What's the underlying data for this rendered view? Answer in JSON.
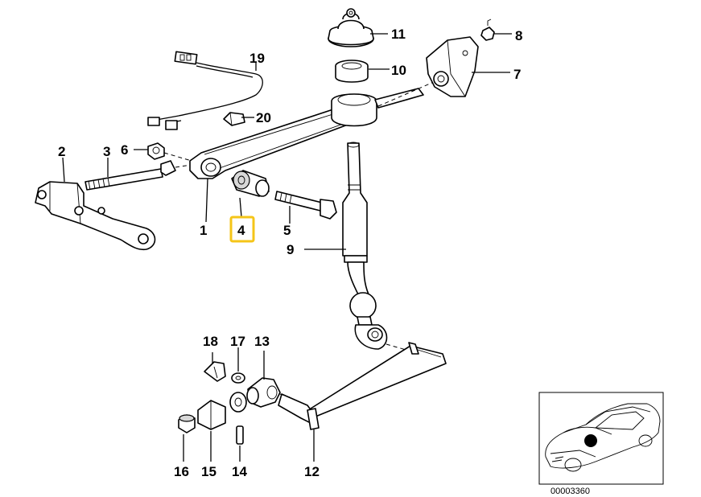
{
  "diagram": {
    "parts": [
      "1",
      "2",
      "3",
      "4",
      "5",
      "6",
      "7",
      "8",
      "9",
      "10",
      "11",
      "12",
      "13",
      "14",
      "15",
      "16",
      "17",
      "18",
      "19",
      "20"
    ],
    "highlighted_part": "4",
    "highlight_color": "#f5c518",
    "doc_number": "00003360"
  }
}
